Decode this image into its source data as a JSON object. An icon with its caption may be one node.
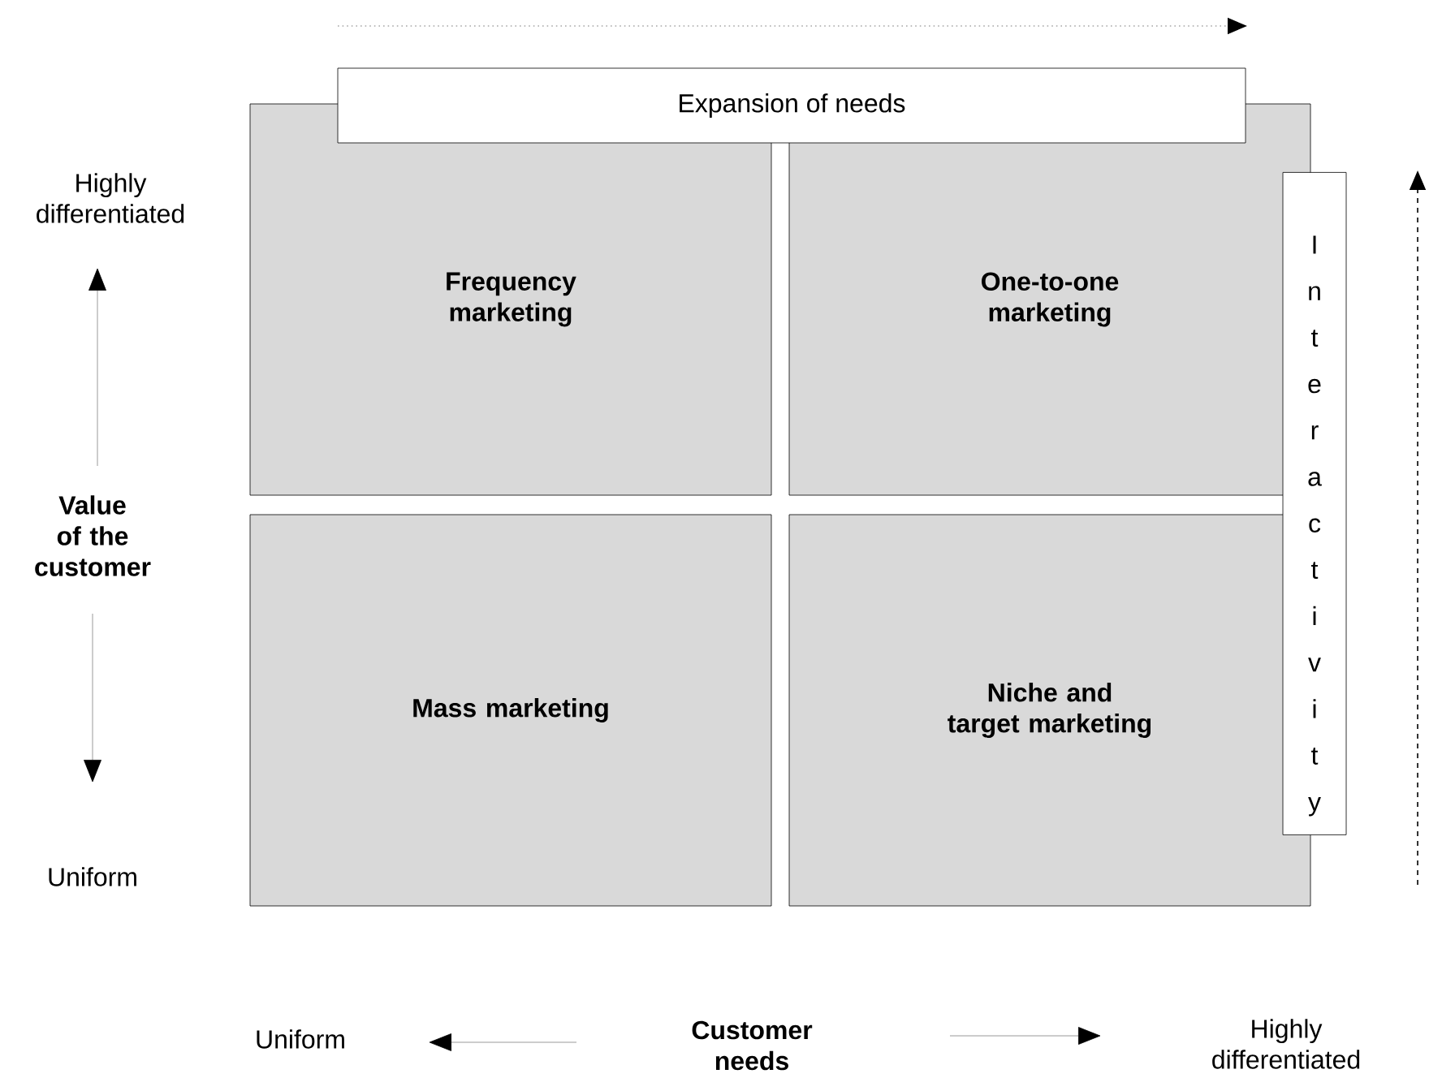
{
  "diagram": {
    "nodes": [
      {
        "text": [
          "Expansion of needs"
        ]
      },
      {
        "text": [
          "Frequency marketing"
        ]
      },
      {
        "text": [
          "One-to-one marketing"
        ]
      },
      {
        "text": [
          "Interactivity"
        ]
      },
      {
        "text": [
          "Mass marketing"
        ]
      },
      {
        "text": [
          "Niche and target marketing"
        ]
      }
    ],
    "labels": [
      "Highly differentiated",
      "Value of the customer",
      "Uniform",
      "Uniform",
      "Customer needs",
      "Highly differentiated"
    ]
  }
}
